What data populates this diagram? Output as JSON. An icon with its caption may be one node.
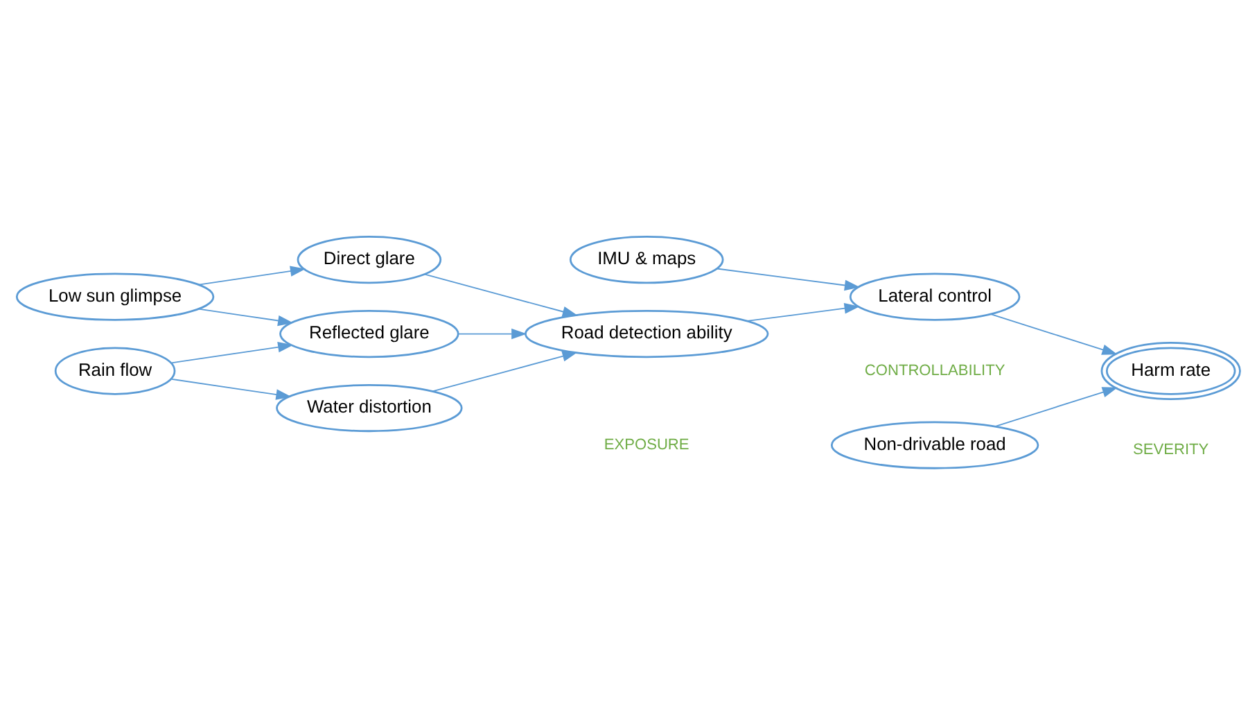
{
  "diagram": {
    "nodes": [
      {
        "text": [
          "Non-drivable road"
        ]
      },
      {
        "text": [
          "Low sun glimpse"
        ]
      },
      {
        "text": [
          "Rain flow"
        ]
      },
      {
        "text": [
          "IMU & maps"
        ]
      },
      {
        "text": [
          "Direct glare"
        ]
      },
      {
        "text": [
          "Reflected glare"
        ]
      },
      {
        "text": [
          "Water distortion"
        ]
      },
      {
        "text": [
          "Road detection ability"
        ]
      },
      {
        "text": [
          "Lateral control"
        ],
        "beside": [
          "CONTROLLABILITY"
        ]
      },
      {
        "text": [
          "Harm rate"
        ],
        "beside": [
          "SEVERITY"
        ]
      }
    ],
    "edges": [
      {
        "from": 0,
        "to": 9,
        "arrow": "to"
      },
      {
        "from": 1,
        "to": 4,
        "arrow": "to"
      },
      {
        "from": 1,
        "to": 5,
        "arrow": "to"
      },
      {
        "from": 2,
        "to": 5,
        "arrow": "to"
      },
      {
        "from": 2,
        "to": 6,
        "arrow": "to"
      },
      {
        "from": 4,
        "to": 7,
        "arrow": "to"
      },
      {
        "from": 5,
        "to": 7,
        "arrow": "to"
      },
      {
        "from": 6,
        "to": 7,
        "arrow": "to"
      },
      {
        "from": 7,
        "to": 8,
        "arrow": "to"
      },
      {
        "from": 8,
        "to": 9,
        "arrow": "to"
      },
      {
        "from": 3,
        "to": 8,
        "arrow": "to"
      }
    ],
    "labels": [
      "EXPOSURE"
    ]
  }
}
